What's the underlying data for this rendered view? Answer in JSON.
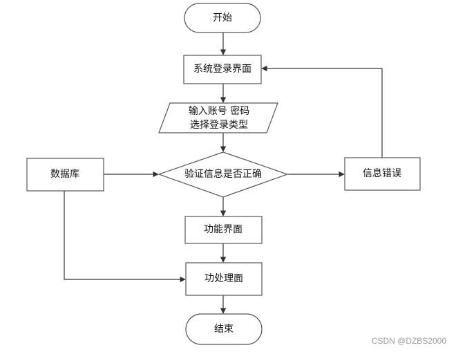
{
  "nodes": {
    "start": "开始",
    "login_page": "系统登录界面",
    "input_line1": "输入账号 密码",
    "input_line2": "选择登录类型",
    "database": "数据库",
    "verify": "验证信息是否正确",
    "info_error": "信息错误",
    "function_page": "功能界面",
    "process_page": "功处理面",
    "end": "结束"
  },
  "watermark": "CSDN @DZBS2000",
  "colors": {
    "stroke": "#555555",
    "arrow": "#333333",
    "text": "#111111",
    "watermark": "#9a9a9a"
  }
}
